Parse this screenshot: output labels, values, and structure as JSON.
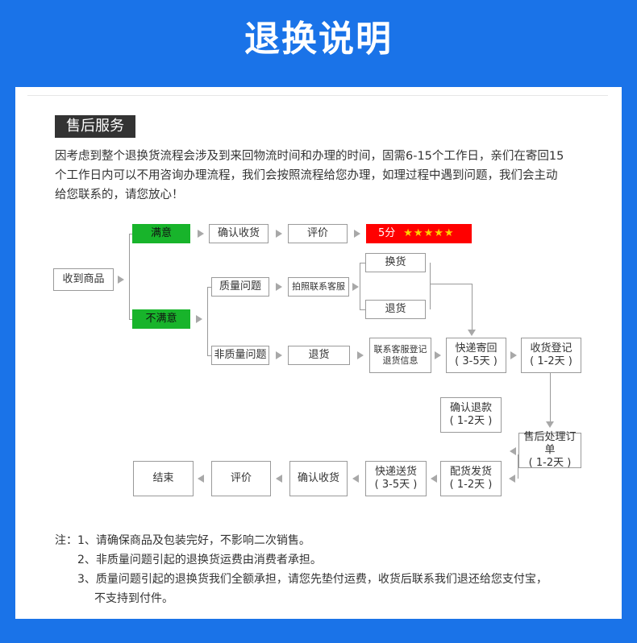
{
  "header": {
    "title": "退换说明"
  },
  "section": {
    "label": "售后服务"
  },
  "intro": {
    "line1": "因考虑到整个退换货流程会涉及到来回物流时间和办理的时间，固需6-15个工作日，亲们在寄回15",
    "line2": "个工作日内可以不用咨询办理流程，我们会按照流程给您办理，如理过程中遇到问题，我们会主动",
    "line3": "给您联系的，请您放心！"
  },
  "flow": {
    "receive": "收到商品",
    "satisfied": "满意",
    "confirm_receipt": "确认收货",
    "review": "评价",
    "score": "5分",
    "stars": "★★★★★",
    "unsatisfied": "不满意",
    "quality_issue": "质量问题",
    "photo_contact": "拍照联系客服",
    "exchange": "换货",
    "return_goods": "退货",
    "non_quality_issue": "非质量问题",
    "return_goods_2": "退货",
    "contact_register_1": "联系客服登记",
    "contact_register_2": "退货信息",
    "express_return_1": "快递寄回",
    "express_return_2": "( 3-5天 )",
    "receipt_register_1": "收货登记",
    "receipt_register_2": "( 1-2天 )",
    "confirm_refund_1": "确认退款",
    "confirm_refund_2": "( 1-2天 )",
    "after_sales_order_1": "售后处理订单",
    "after_sales_order_2": "( 1-2天 )",
    "ship_1": "配货发货",
    "ship_2": "( 1-2天 )",
    "express_send_1": "快递送货",
    "express_send_2": "( 3-5天 )",
    "confirm_receipt_2": "确认收货",
    "review_2": "评价",
    "end": "结束"
  },
  "notes": {
    "n1": "注：1、请确保商品及包装完好，不影响二次销售。",
    "n2": "2、非质量问题引起的退换货运费由消费者承担。",
    "n3": "3、质量问题引起的退换货我们全额承担，请您先垫付运费，收货后联系我们退还给您支付宝，",
    "n4": "不支持到付件。"
  },
  "colors": {
    "header_bg": "#1a73e8",
    "green": "#18b42b",
    "red": "#ff0000",
    "star": "#ffd200"
  }
}
